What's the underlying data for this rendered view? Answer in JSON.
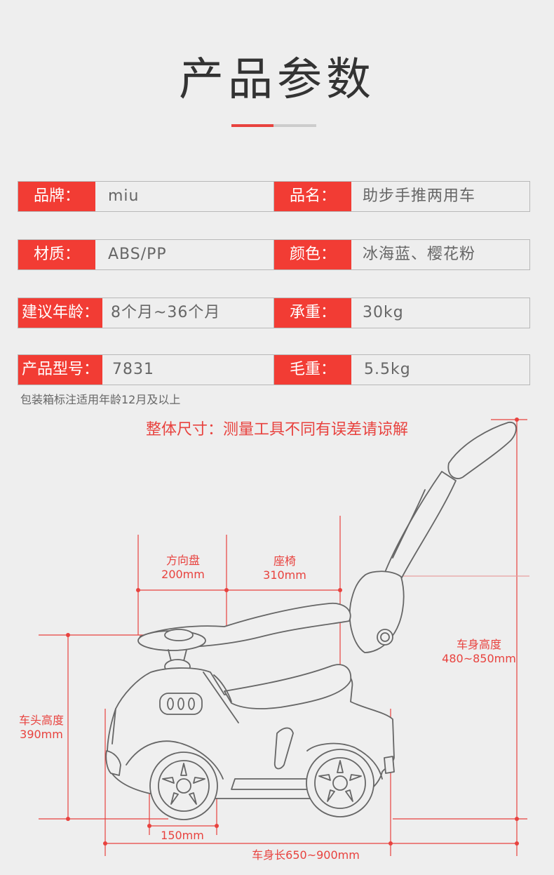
{
  "page_title": "产品参数",
  "specs": [
    {
      "label": "品牌：",
      "value": "miu",
      "label2": "品名：",
      "value2": "助步手推两用车"
    },
    {
      "label": "材质：",
      "value": "ABS/PP",
      "label2": "颜色：",
      "value2": "冰海蓝、樱花粉"
    },
    {
      "label": "建议年龄：",
      "value": "8个月~36个月",
      "label2": "承重：",
      "value2": "30kg"
    },
    {
      "label": "产品型号：",
      "value": "7831",
      "label2": "毛重：",
      "value2": "5.5kg"
    }
  ],
  "note": "包装箱标注适用年龄12月及以上",
  "dimensions_heading": "整体尺寸：测量工具不同有误差请谅解",
  "dimensions": {
    "steering_wheel": {
      "name": "方向盘",
      "value": "200mm"
    },
    "seat": {
      "name": "座椅",
      "value": "310mm"
    },
    "body_height": {
      "name": "车身高度",
      "value": "480~850mm"
    },
    "front_height": {
      "name": "车头高度",
      "value": "390mm"
    },
    "wheel": {
      "value": "150mm"
    },
    "body_length": {
      "value": "车身长650~900mm"
    }
  },
  "colors": {
    "accent": "#f23c34",
    "text": "#666666",
    "border": "#b8b8b8"
  }
}
